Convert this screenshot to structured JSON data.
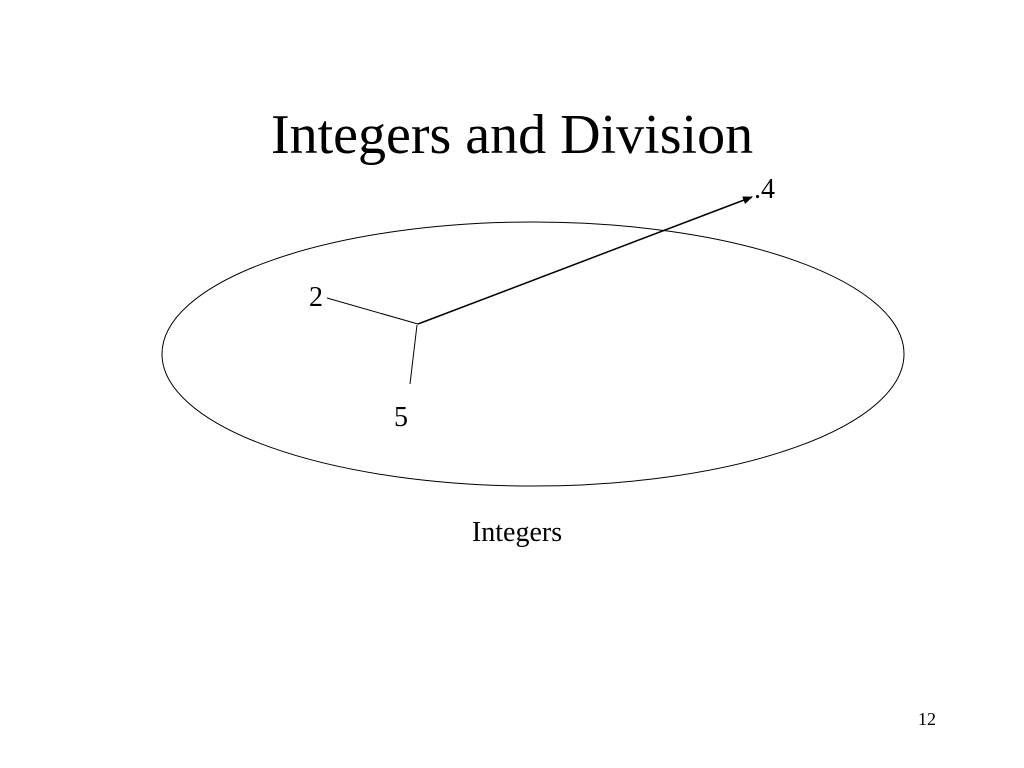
{
  "slide": {
    "title": "Integers and Division",
    "page_number": "12"
  },
  "diagram": {
    "set_label": "Integers",
    "elements": {
      "two": "2",
      "five": "5",
      "point_four": ".4"
    }
  }
}
